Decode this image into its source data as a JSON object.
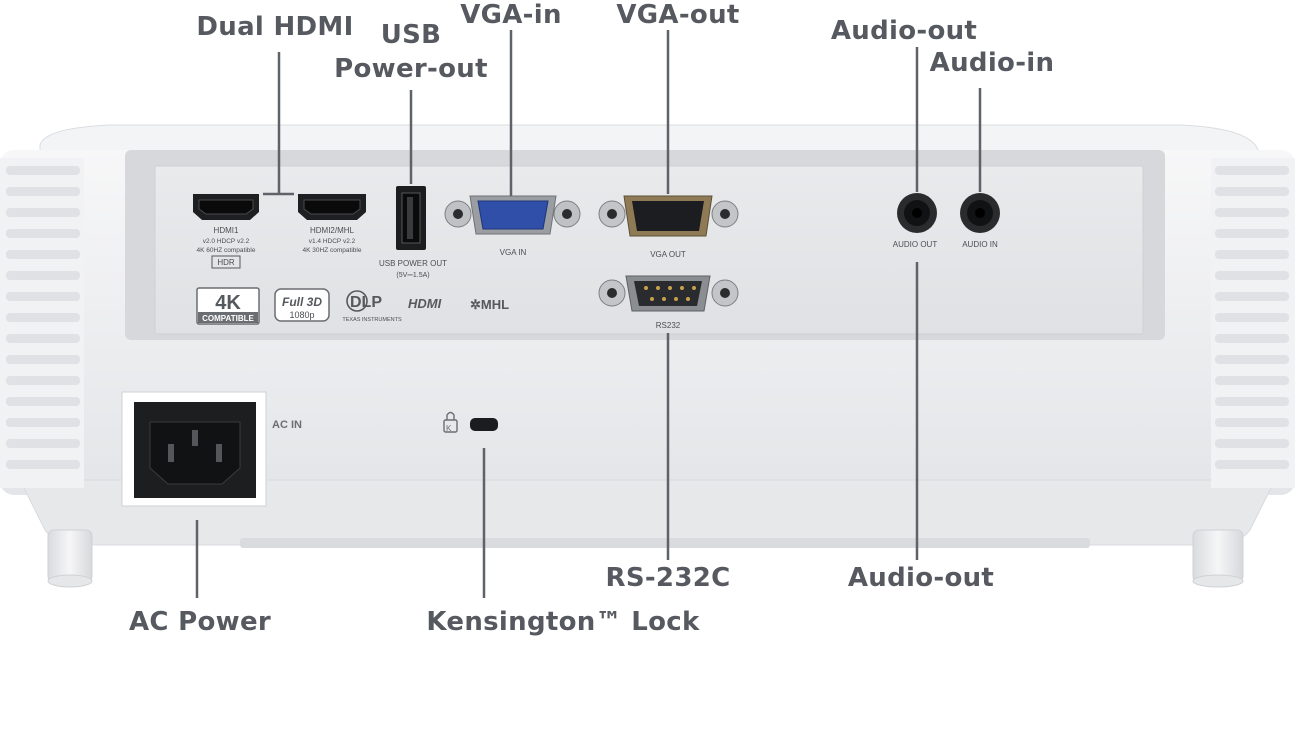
{
  "callouts": {
    "dual_hdmi": "Dual HDMI",
    "usb_power_out_line1": "USB",
    "usb_power_out_line2": "Power-out",
    "vga_in": "VGA-in",
    "vga_out": "VGA-out",
    "audio_out_top": "Audio-out",
    "audio_in": "Audio-in",
    "ac_power": "AC Power",
    "kensington_lock": "Kensington™ Lock",
    "rs232c": "RS-232C",
    "audio_out_bottom": "Audio-out"
  },
  "panel": {
    "hdmi1": "HDMI1",
    "hdmi1_spec1": "v2.0 HDCP v2.2",
    "hdmi1_spec2": "4K 60HZ compatible",
    "hdr": "HDR",
    "hdmi2": "HDMI2/MHL",
    "hdmi2_spec1": "v1.4 HDCP v2.2",
    "hdmi2_spec2": "4K 30HZ compatible",
    "usb_label": "USB POWER OUT",
    "usb_rating": "(5V⎓1.5A)",
    "vga_in_label": "VGA IN",
    "vga_out_label": "VGA OUT",
    "rs232_label": "RS232",
    "audio_out_label": "AUDIO  OUT",
    "audio_in_label": "AUDIO  IN",
    "ac_in_label": "AC IN",
    "badge_4k": "4K",
    "badge_4k_sub": "COMPATIBLE",
    "badge_3d": "Full 3D",
    "badge_3d_sub": "1080p",
    "dlp": "DLP",
    "dlp_sub": "TEXAS INSTRUMENTS",
    "hdmi_logo": "HDMI",
    "mhl_logo": "✲MHL"
  },
  "colors": {
    "callout_text": "#56595f",
    "leader_line": "#5f6369",
    "projector_body": "#eeeff1",
    "port_panel": "#e4e6e9",
    "vga_in_blue": "#2f4fa8"
  }
}
